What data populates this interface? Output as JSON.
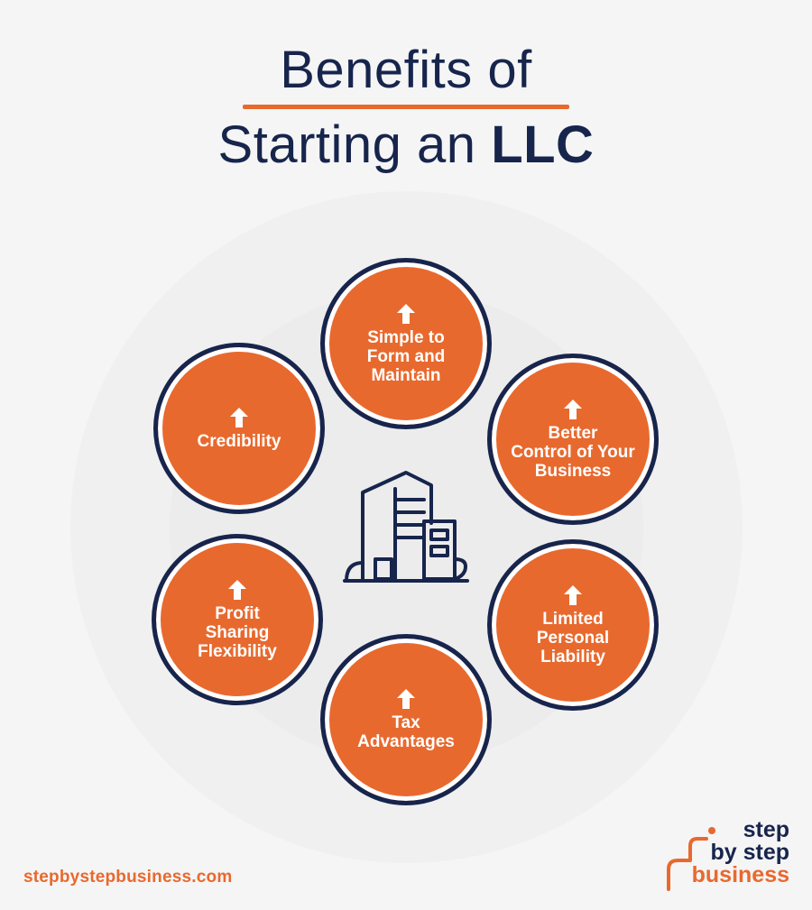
{
  "title": {
    "line1": "Benefits of",
    "line2_prefix": "Starting an ",
    "line2_bold": "LLC"
  },
  "benefits": [
    {
      "id": "simple",
      "label": "Simple to\nForm and\nMaintain",
      "icon": "arrow-up-icon"
    },
    {
      "id": "control",
      "label": "Better\nControl of Your\nBusiness",
      "icon": "arrow-up-icon"
    },
    {
      "id": "liability",
      "label": "Limited\nPersonal\nLiability",
      "icon": "arrow-up-icon"
    },
    {
      "id": "tax",
      "label": "Tax\nAdvantages",
      "icon": "arrow-up-icon"
    },
    {
      "id": "profit",
      "label": "Profit\nSharing\nFlexibility",
      "icon": "arrow-up-icon"
    },
    {
      "id": "credibility",
      "label": "Credibility",
      "icon": "arrow-up-icon"
    }
  ],
  "center_icon": "building-icon",
  "footer": {
    "url": "stepbystepbusiness.com"
  },
  "logo": {
    "word1": "step",
    "word2": "by step",
    "word3": "business"
  },
  "colors": {
    "navy": "#17254d",
    "orange": "#e8692e",
    "background": "#f5f5f5"
  }
}
